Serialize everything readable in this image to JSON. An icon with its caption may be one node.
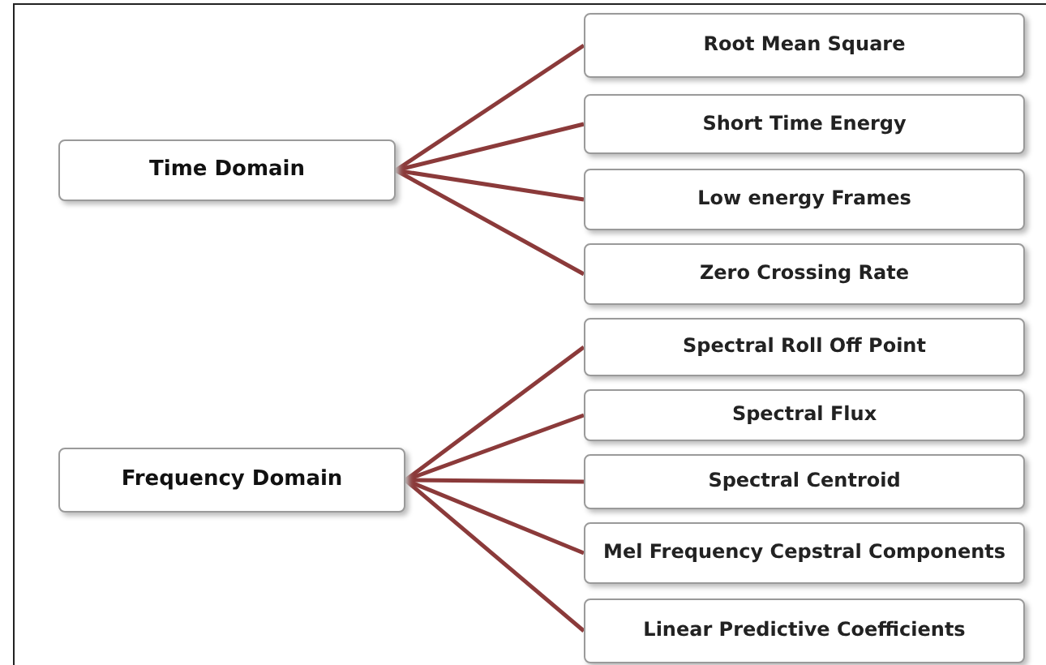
{
  "diagram": {
    "nodes": [
      {
        "text": [
          "Time Domain"
        ]
      },
      {
        "text": [
          "Root Mean Square"
        ]
      },
      {
        "text": [
          "Short Time Energy"
        ]
      },
      {
        "text": [
          "Low energy Frames"
        ]
      },
      {
        "text": [
          "Zero Crossing Rate"
        ]
      },
      {
        "text": [
          "Frequency Domain"
        ]
      },
      {
        "text": [
          "Spectral Roll Off Point"
        ]
      },
      {
        "text": [
          "Spectral Flux"
        ]
      },
      {
        "text": [
          "Spectral Centroid"
        ]
      },
      {
        "text": [
          "Mel Frequency Cepstral Components"
        ]
      },
      {
        "text": [
          "Linear Predictive Coefficients"
        ]
      }
    ],
    "edges": [
      {
        "from": 0,
        "to": 1,
        "arrow": "none"
      },
      {
        "from": 0,
        "to": 2,
        "arrow": "none"
      },
      {
        "from": 0,
        "to": 3,
        "arrow": "none"
      },
      {
        "from": 0,
        "to": 4,
        "arrow": "none"
      },
      {
        "from": 5,
        "to": 6,
        "arrow": "none"
      },
      {
        "from": 5,
        "to": 7,
        "arrow": "none"
      },
      {
        "from": 5,
        "to": 8,
        "arrow": "none"
      },
      {
        "from": 5,
        "to": 9,
        "arrow": "none"
      },
      {
        "from": 5,
        "to": 10,
        "arrow": "none"
      }
    ]
  }
}
